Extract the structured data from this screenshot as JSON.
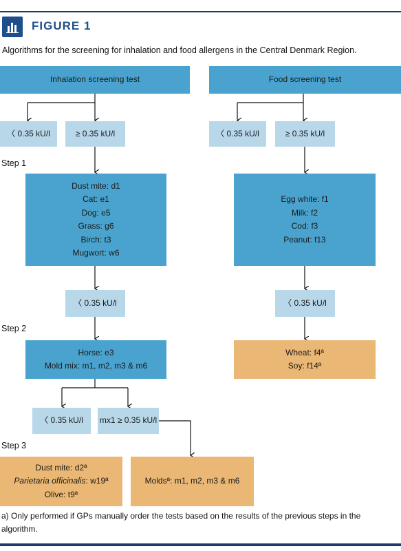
{
  "figure": {
    "label": "FIGURE 1",
    "caption": "Algorithms for the screening for inhalation and food allergens in the Central Denmark Region."
  },
  "inhalation": {
    "header": "Inhalation screening test",
    "split": {
      "low": "〈 0.35 kU/l",
      "high": "≥ 0.35 kU/l"
    },
    "step1": [
      "Dust mite: d1",
      "Cat: e1",
      "Dog: e5",
      "Grass: g6",
      "Birch: t3",
      "Mugwort: w6"
    ],
    "step1_result": "〈 0.35 kU/l",
    "step2": [
      "Horse: e3",
      "Mold mix: m1, m2, m3 & m6"
    ],
    "step2_split": {
      "low": "〈 0.35 kU/l",
      "high": "mx1 ≥ 0.35 kU/l"
    },
    "step3_left": {
      "line1": "Dust mite: d2ª",
      "line2_italic": "Parietaria officinalis",
      "line2_rest": ": w19ª",
      "line3": "Olive: t9ª"
    },
    "step3_right": "Moldsª: m1, m2, m3 & m6"
  },
  "food": {
    "header": "Food screening test",
    "split": {
      "low": "〈 0.35 kU/l",
      "high": "≥ 0.35 kU/l"
    },
    "step1": [
      "Egg white: f1",
      "Milk: f2",
      "Cod: f3",
      "Peanut: f13"
    ],
    "step1_result": "〈 0.35 kU/l",
    "step2": [
      "Wheat: f4ª",
      "Soy: f14ª"
    ]
  },
  "steps": {
    "step1": "Step 1",
    "step2": "Step 2",
    "step3": "Step 3"
  },
  "footnote": "a) Only performed if GPs manually order the tests based on the results of the previous steps in the algorithm.",
  "colors": {
    "dark_box": "#4aa3cf",
    "light_box": "#b8d8ea",
    "orange_box": "#eab774",
    "title": "#1f4e8c"
  }
}
